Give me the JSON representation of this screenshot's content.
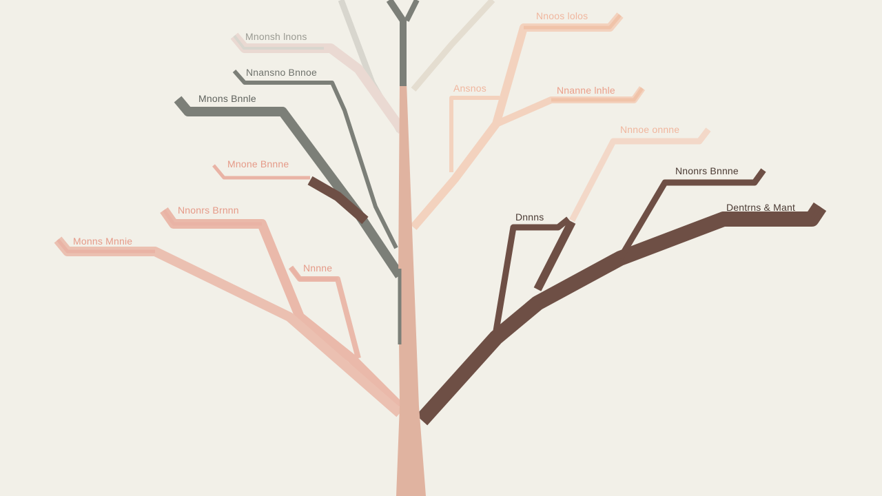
{
  "colors": {
    "background": "#f2f0e8",
    "trunk": "#e0b3a0",
    "pink": "#e9b3a5",
    "gray": "#7c7f78",
    "darkbrown": "#6e4f45",
    "peach": "#f0c3a9",
    "faint": "#d9d6ce"
  },
  "labels": {
    "l1": "Nnoos lolos",
    "l2": "Mnonsh lnons",
    "l3": "Nnansno Bnnoe",
    "l4": "Ansnos",
    "l5": "Nnanne lnhle",
    "l6": "Mnons Bnnle",
    "l7": "Nnnoe onnne",
    "l8": "Mnone Bnnne",
    "l9": "Nnonrs Brnnn",
    "l10": "Monns Mnnie",
    "l11": "Nnnne",
    "l12": "Dnnns",
    "l13": "Nnonrs Bnnne",
    "l14": "Dentrns & Mant"
  }
}
